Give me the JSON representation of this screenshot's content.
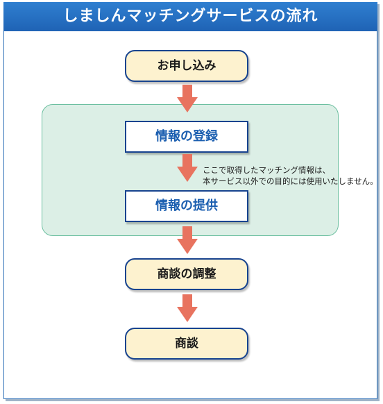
{
  "title": "しましんマッチングサービスの流れ",
  "steps": {
    "apply": "お申し込み",
    "register": "情報の登録",
    "provide": "情報の提供",
    "adjust": "商談の調整",
    "negotiate": "商談"
  },
  "note": {
    "line1": "ここで取得したマッチング情報は、",
    "line2": "本サービス以外での目的には使用いたしません。"
  },
  "colors": {
    "header": "#1f63b5",
    "arrow": "#e8735f",
    "green_region": "#dcefe6",
    "pill_fill": "#fdf2cf",
    "box_border": "#17438f"
  }
}
